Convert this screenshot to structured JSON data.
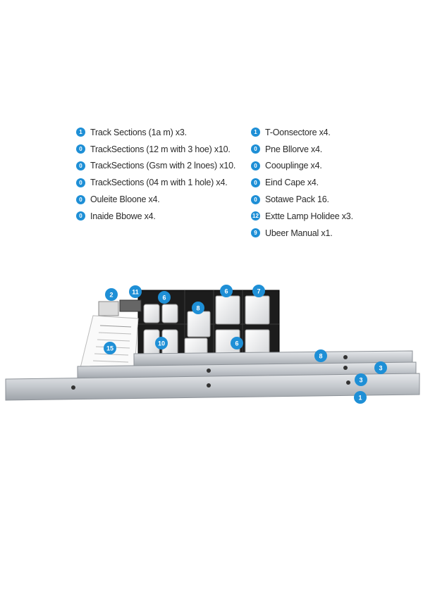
{
  "parts_left": [
    {
      "num": "1",
      "label": "Track Sections (1a m) x3."
    },
    {
      "num": "0",
      "label": "TrackSections (12 m with 3 hoe) x10."
    },
    {
      "num": "0",
      "label": "TrackSections (Gsm with 2 lnoes) x10."
    },
    {
      "num": "0",
      "label": "TrackSections (04 m with 1 hole) x4."
    },
    {
      "num": "0",
      "label": "Ouleite Bloone x4."
    },
    {
      "num": "0",
      "label": "Inaide Bbowe x4."
    }
  ],
  "parts_right": [
    {
      "num": "1",
      "label": "T-Oonsectore x4."
    },
    {
      "num": "0",
      "label": "Pne Bllorve x4."
    },
    {
      "num": "0",
      "label": "Coouplinge x4."
    },
    {
      "num": "0",
      "label": "Eind Cape x4."
    },
    {
      "num": "0",
      "label": "Sotawe Pack 16."
    },
    {
      "num": "12",
      "label": "Extte Lamp Holidee x3."
    },
    {
      "num": "9",
      "label": "Ubeer Manual x1."
    }
  ],
  "callouts": [
    {
      "num": "2"
    },
    {
      "num": "11"
    },
    {
      "num": "6"
    },
    {
      "num": "8"
    },
    {
      "num": "6"
    },
    {
      "num": "7"
    },
    {
      "num": "15"
    },
    {
      "num": "10"
    },
    {
      "num": "6"
    },
    {
      "num": "8"
    },
    {
      "num": "3"
    },
    {
      "num": "3"
    },
    {
      "num": "1"
    }
  ],
  "colors": {
    "badge": "#1e8fd6",
    "text": "#2a2a2a",
    "rail": "#c9ccd0",
    "tray": "#1a1a1a",
    "piece": "#eeeeee"
  }
}
